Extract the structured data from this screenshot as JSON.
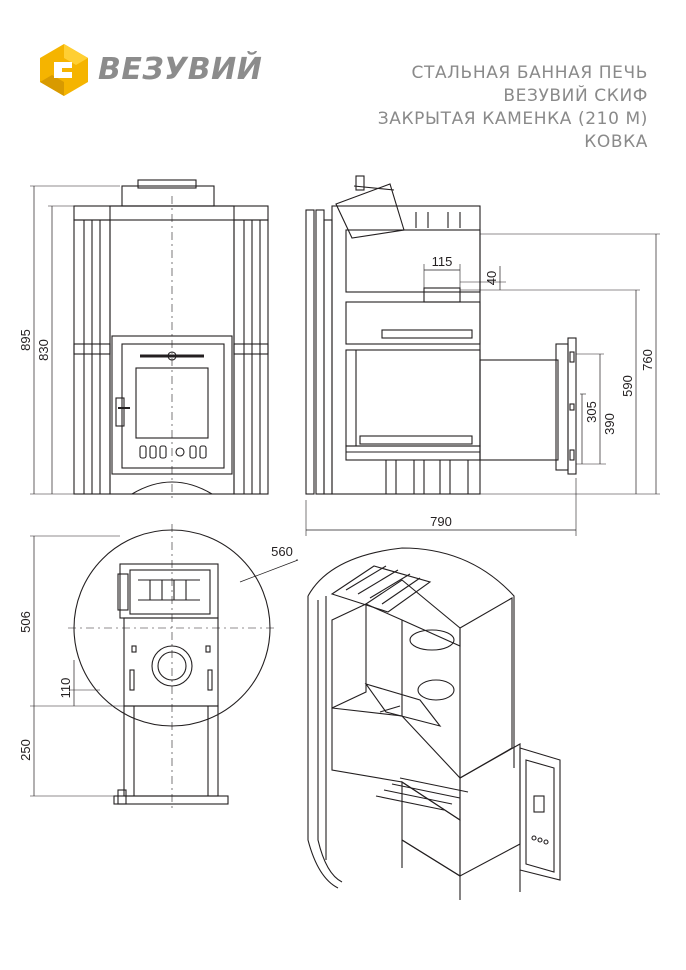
{
  "brand": {
    "logo_text": "ВЕЗУВИЙ",
    "accent_color": "#f5b400"
  },
  "title_lines": [
    "СТАЛЬНАЯ БАННАЯ ПЕЧЬ",
    "ВЕЗУВИЙ СКИФ",
    "ЗАКРЫТАЯ КАМЕНКА (210 М)",
    "КОВКА"
  ],
  "dimensions": {
    "overall_height": "895",
    "body_height": "830",
    "chimney_offset_width": "115",
    "chimney_offset_height": "40",
    "tunnel_total_height": "760",
    "tunnel_top_height": "590",
    "tunnel_opening_mid": "390",
    "tunnel_opening_height": "305",
    "overall_depth": "790",
    "body_diameter": "560",
    "plan_depth": "506",
    "plan_offset": "110",
    "tunnel_length": "250"
  }
}
